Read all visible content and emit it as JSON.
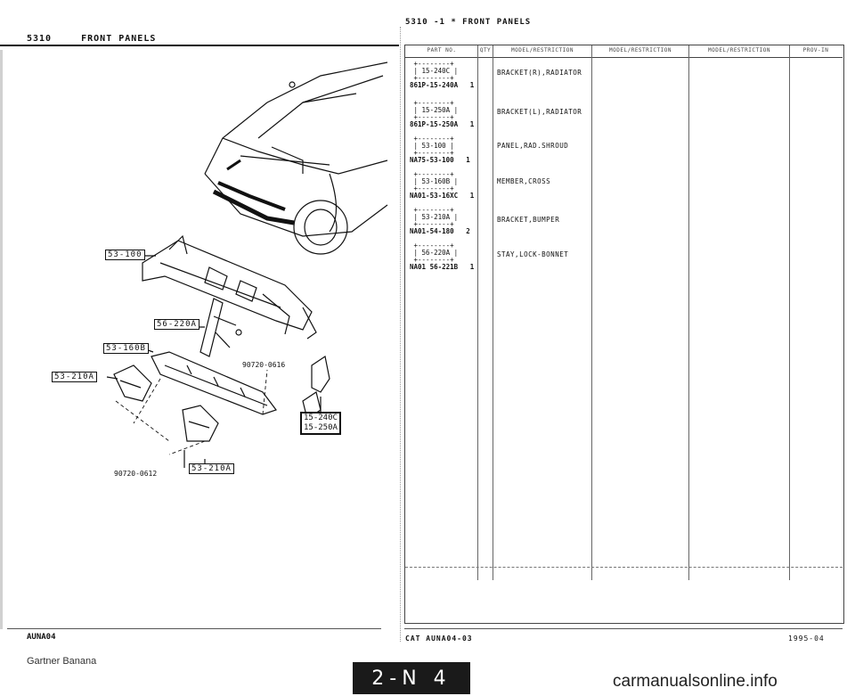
{
  "left": {
    "section_code": "5310",
    "section_title": "FRONT PANELS",
    "footer_code": "AUNA04",
    "watermark": "Gartner Banana"
  },
  "right": {
    "header": "5310 -1 * FRONT PANELS",
    "columns": [
      "PART NO.",
      "QTY",
      "MODEL/RESTRICTION",
      "MODEL/RESTRICTION",
      "MODEL/RESTRICTION",
      "PROV-IN"
    ],
    "parts": [
      {
        "ref": "15-240C",
        "part_no": "861P-15-240A",
        "qty": "1",
        "desc": "BRACKET(R),RADIATOR"
      },
      {
        "ref": "15-250A",
        "part_no": "861P-15-250A",
        "qty": "1",
        "desc": "BRACKET(L),RADIATOR"
      },
      {
        "ref": "53-100",
        "part_no": "NA75-53-100",
        "qty": "1",
        "desc": "PANEL,RAD.SHROUD"
      },
      {
        "ref": "53-160B",
        "part_no": "NA01-53-16XC",
        "qty": "1",
        "desc": "MEMBER,CROSS"
      },
      {
        "ref": "53-210A",
        "part_no": "NA01-54-180",
        "qty": "2",
        "desc": "BRACKET,BUMPER"
      },
      {
        "ref": "56-220A",
        "part_no": "NA01 56-221B",
        "qty": "1",
        "desc": "STAY,LOCK-BONNET"
      }
    ],
    "footer_left": "CAT AUNA04-03",
    "footer_right": "1995-04"
  },
  "diagram": {
    "callouts": [
      "53-100",
      "56-220A",
      "53-160B",
      "53-210A",
      "53-210A"
    ],
    "callout_pair": [
      "15-240C",
      "15-250A"
    ],
    "bolt_labels": [
      "90720-0616",
      "90720-0612"
    ]
  },
  "page_tab": "2-N 4",
  "watermark_right": "carmanualsonline.info"
}
